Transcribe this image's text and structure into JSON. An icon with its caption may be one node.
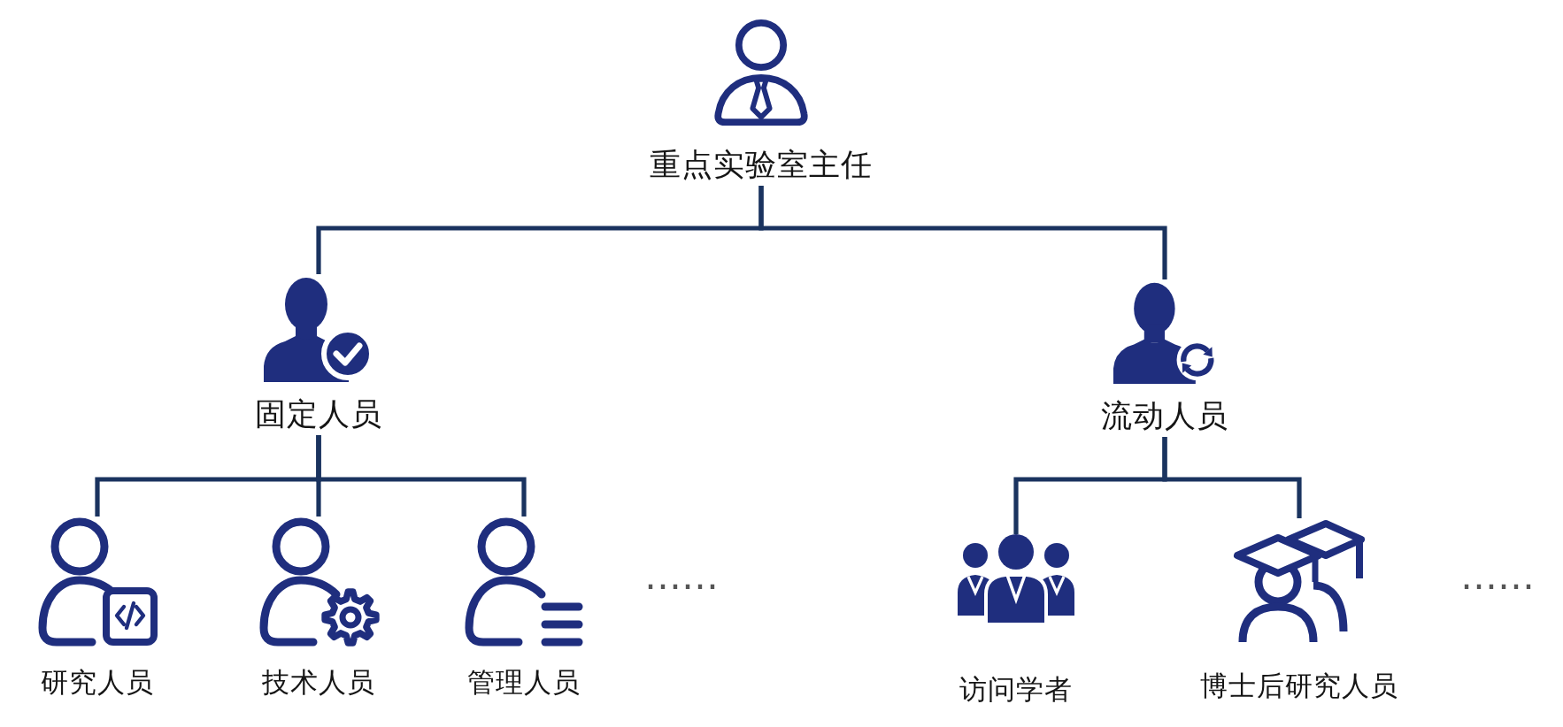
{
  "diagram": {
    "nodes": [
      {
        "text": [
          "重点实验室主任"
        ]
      },
      {
        "text": [
          "固定人员"
        ]
      },
      {
        "text": [
          "流动人员"
        ]
      },
      {
        "text": [
          "研究人员"
        ]
      },
      {
        "text": [
          "技术人员"
        ]
      },
      {
        "text": [
          "管理人员"
        ]
      },
      {
        "text": [
          "访问学者"
        ]
      },
      {
        "text": [
          "博士后研究人员"
        ]
      }
    ],
    "edges": [
      {
        "from": 0,
        "to": 1,
        "arrow": "none"
      },
      {
        "from": 0,
        "to": 2,
        "arrow": "none"
      },
      {
        "from": 1,
        "to": 3,
        "arrow": "none"
      },
      {
        "from": 1,
        "to": 4,
        "arrow": "none"
      },
      {
        "from": 1,
        "to": 5,
        "arrow": "none"
      },
      {
        "from": 2,
        "to": 6,
        "arrow": "none"
      },
      {
        "from": 2,
        "to": 7,
        "arrow": "none"
      }
    ],
    "labels": [
      "……",
      "……"
    ]
  }
}
